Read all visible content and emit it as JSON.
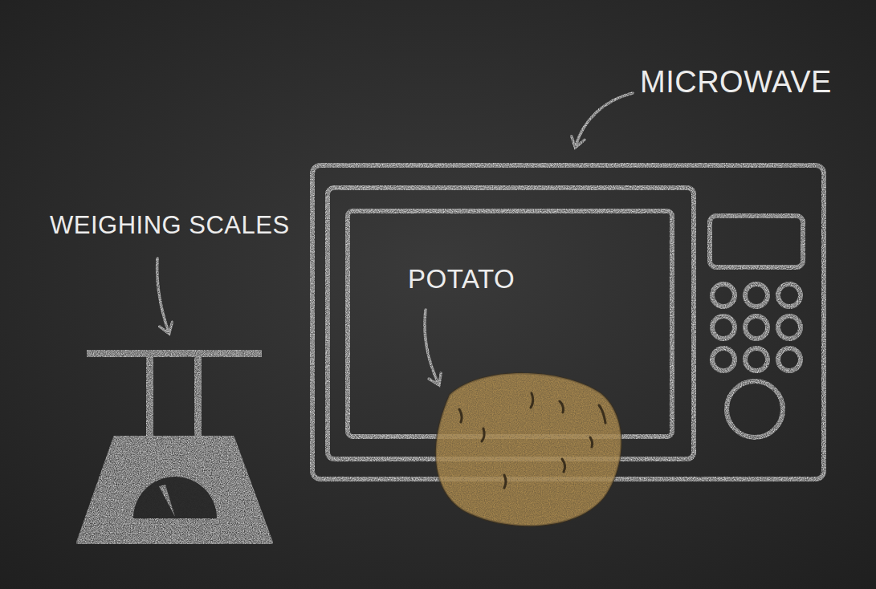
{
  "diagram": {
    "labels": [
      "MICROWAVE",
      "WEIGHING SCALES",
      "POTATO"
    ]
  }
}
